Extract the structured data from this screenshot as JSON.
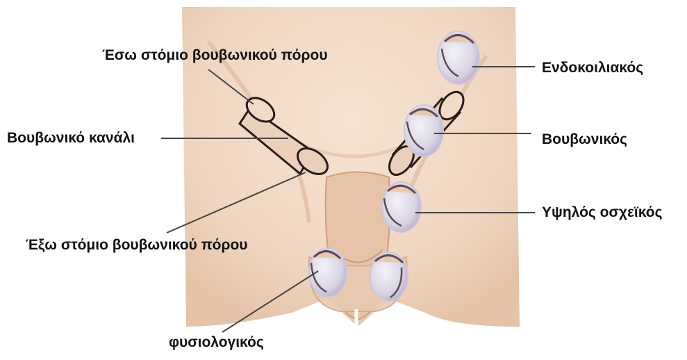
{
  "labels": {
    "internal_ring": "Έσω στόμιο βουβωνικού πόρου",
    "inguinal_canal": "Βουβωνικό κανάλι",
    "external_ring": "Έξω στόμιο βουβωνικού πόρου",
    "normal": "φυσιολογικός",
    "intra_abdominal": "Ενδοκοιλιακός",
    "inguinal": "Βουβωνικός",
    "high_scrotal": "Υψηλός οσχεϊκός"
  },
  "colors": {
    "skin": "#f0d8c4",
    "skin_shadow": "#dfbea4",
    "skin_dark": "#cfa88c",
    "testis_fill": "#e6e2ee",
    "testis_rim": "#5a4a55",
    "leader": "#444444",
    "label_text": "#111111"
  }
}
